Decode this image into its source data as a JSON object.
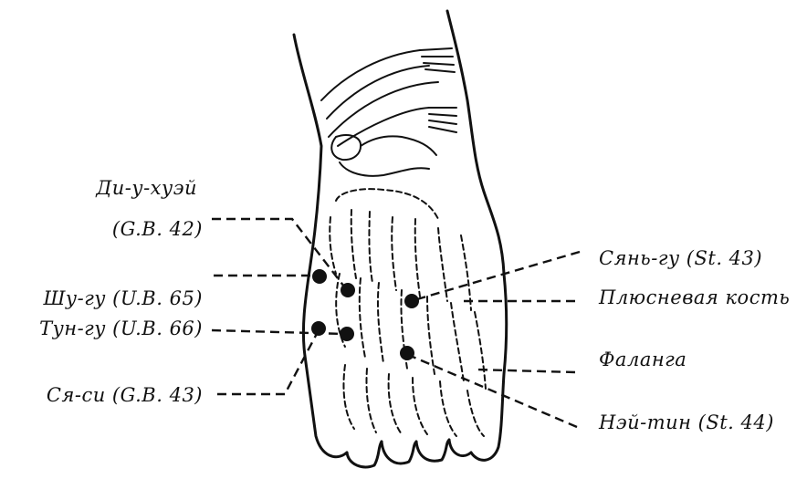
{
  "labels": {
    "di_u_huei_name": "Ди-у-хуэй",
    "di_u_huei_code": "(G.B. 42)",
    "shu_gu": "Шу-гу (U.B. 65)",
    "tun_gu": "Тун-гу (U.B. 66)",
    "sya_si": "Ся-си (G.B. 43)",
    "syan_gu": "Сянь-гу (St. 43)",
    "plusnevaya": "Плюсневая кость",
    "falanga": "Фаланга",
    "nei_tin": "Нэй-тин (St. 44)"
  },
  "colors": {
    "ink": "#111111",
    "background": "#ffffff"
  }
}
